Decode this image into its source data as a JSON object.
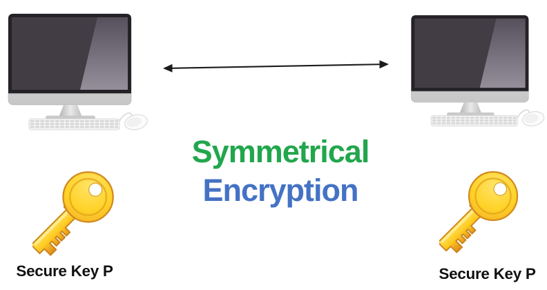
{
  "diagram": {
    "background": "#ffffff",
    "title": {
      "line1": "Symmetrical",
      "line2": "Encryption",
      "line1_color": "#22A64D",
      "line2_color": "#4472C4"
    },
    "connector": {
      "type": "double-headed-arrow",
      "direction": "bidirectional",
      "color": "#1c1c1c"
    },
    "nodes": [
      {
        "id": "left",
        "device_icon": "desktop-computer-icon",
        "key_icon": "gold-key-icon",
        "key_label": "Secure Key P"
      },
      {
        "id": "right",
        "device_icon": "desktop-computer-icon",
        "key_icon": "gold-key-icon",
        "key_label": "Secure Key P"
      }
    ],
    "key_color": "#FFD21E",
    "label_color": "#111111"
  }
}
